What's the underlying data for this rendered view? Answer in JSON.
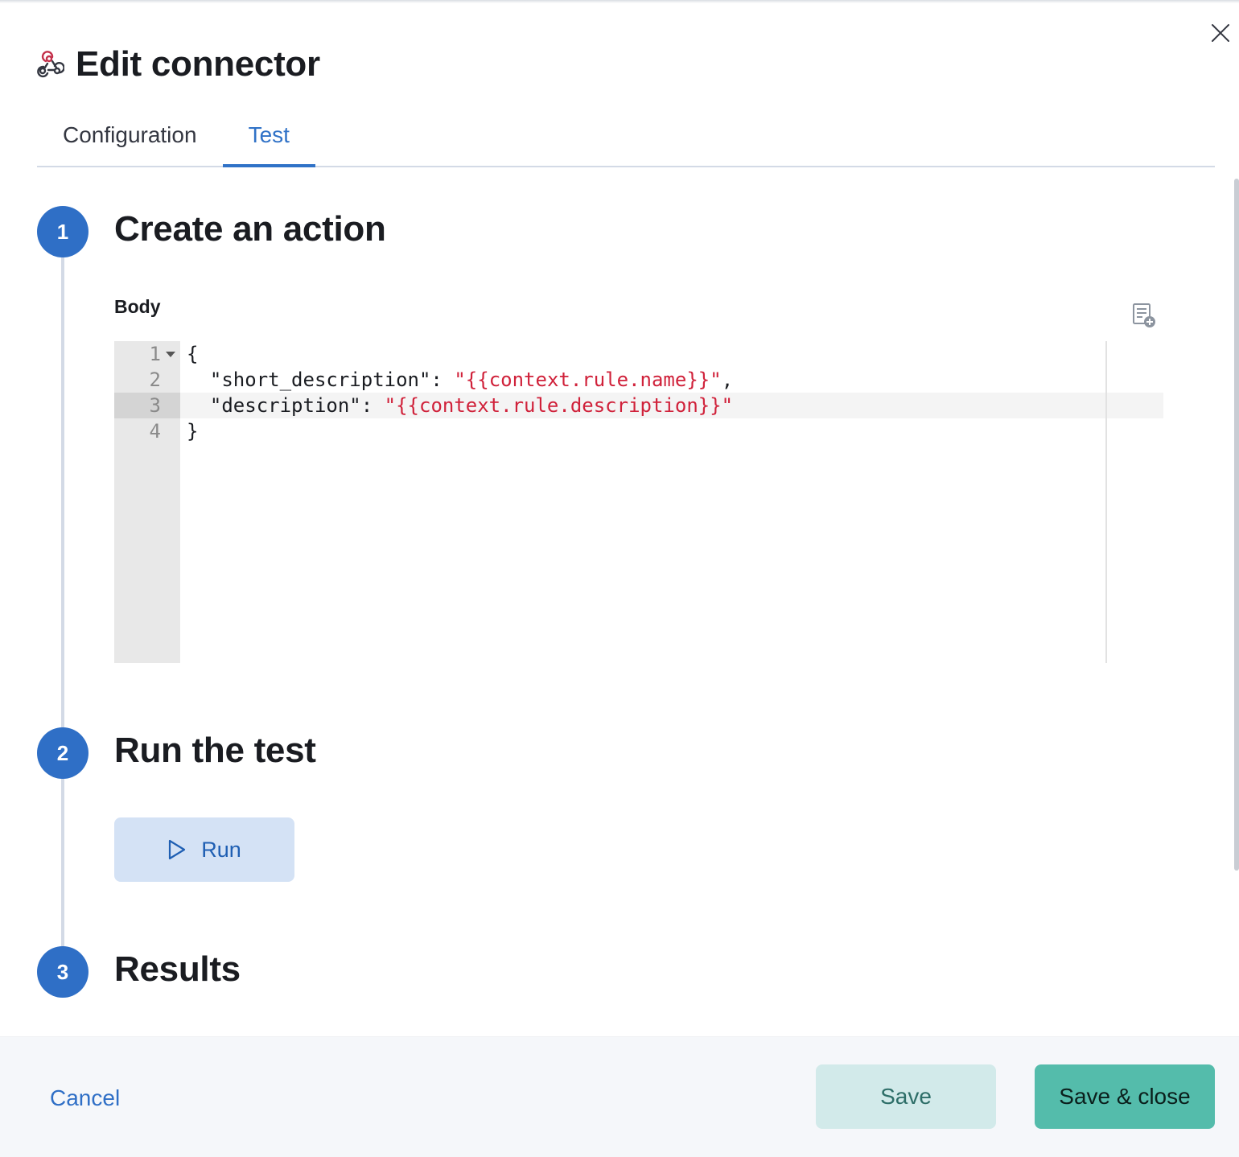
{
  "header": {
    "title": "Edit connector",
    "icon": "webhook-icon"
  },
  "tabs": [
    {
      "label": "Configuration",
      "selected": false
    },
    {
      "label": "Test",
      "selected": true
    }
  ],
  "steps": [
    {
      "number": "1",
      "title": "Create an action"
    },
    {
      "number": "2",
      "title": "Run the test"
    },
    {
      "number": "3",
      "title": "Results"
    }
  ],
  "body_field": {
    "label": "Body",
    "add_variable_icon": "add-variable-icon",
    "line_numbers": [
      "1",
      "2",
      "3",
      "4"
    ],
    "lines": {
      "l1": "{",
      "l2_key": "  \"short_description\": ",
      "l2_value": "\"{{context.rule.name}}\"",
      "l2_end": ",",
      "l3_key": "  \"description\": ",
      "l3_value": "\"{{context.rule.description}}\"",
      "l4": "}"
    }
  },
  "run_button": {
    "label": "Run",
    "icon": "play-icon"
  },
  "footer": {
    "cancel_label": "Cancel",
    "save_label": "Save",
    "save_close_label": "Save & close"
  },
  "colors": {
    "primary": "#2f6fc6",
    "accent": "#54bcab",
    "string": "#d0213a"
  }
}
